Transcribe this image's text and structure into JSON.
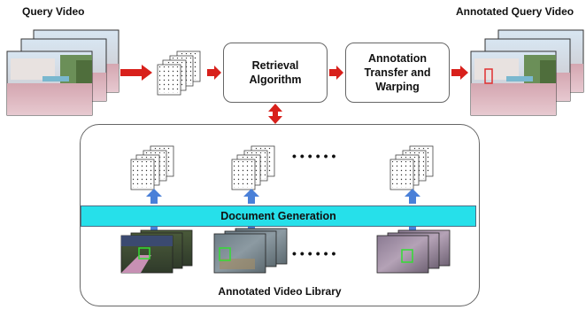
{
  "labels": {
    "query_video": "Query Video",
    "annotated_query_video": "Annotated Query Video",
    "retrieval": "Retrieval Algorithm",
    "annotation": "Annotation Transfer and Warping",
    "document_generation": "Document Generation",
    "library": "Annotated Video Library",
    "ellipsis_top": "••••••",
    "ellipsis_bottom": "••••••"
  },
  "colors": {
    "arrow_red": "#d8201b",
    "arrow_blue": "#4a80d8",
    "doc_gen_fill": "#26e0ea",
    "annotation_box": "#e03030",
    "detection_box": "#33dd33"
  }
}
